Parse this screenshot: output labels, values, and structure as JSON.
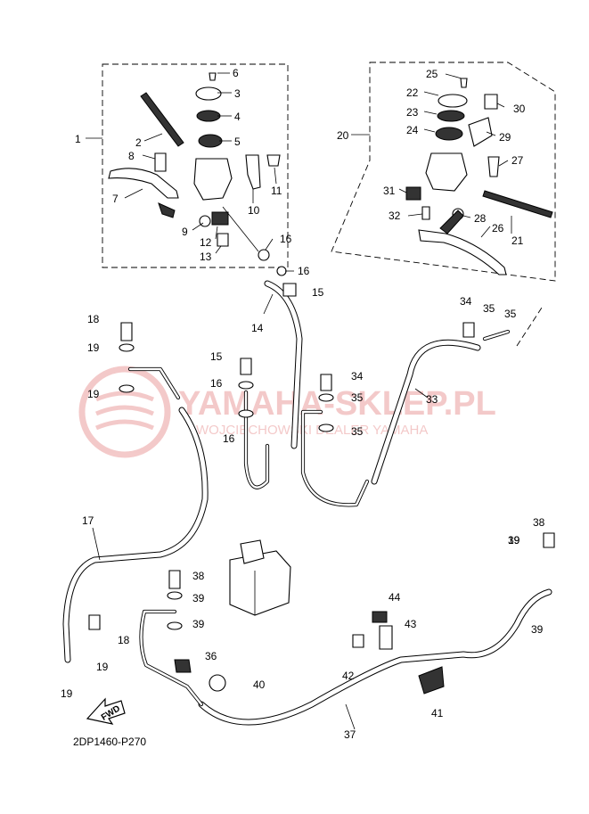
{
  "diagram": {
    "code": "2DP1460-P270",
    "direction_label": "FWD",
    "watermark": {
      "title": "YAMAHA-SKLEP.PL",
      "subtitle": "WOJCIECHOWSKI DEALER YAMAHA",
      "color": "#f0b8b8"
    },
    "callouts": {
      "c1": "1",
      "c2": "2",
      "c3": "3",
      "c4": "4",
      "c5": "5",
      "c6": "6",
      "c7": "7",
      "c8": "8",
      "c9": "9",
      "c10": "10",
      "c11": "11",
      "c12": "12",
      "c13": "13",
      "c14": "14",
      "c15a": "15",
      "c15b": "15",
      "c16a": "16",
      "c16b": "16",
      "c16c": "16",
      "c16d": "16",
      "c17": "17",
      "c18a": "18",
      "c18b": "18",
      "c19a": "19",
      "c19b": "19",
      "c19c": "19",
      "c19d": "19",
      "c19e": "19",
      "c20": "20",
      "c21": "21",
      "c22": "22",
      "c23": "23",
      "c24": "24",
      "c25": "25",
      "c26": "26",
      "c27": "27",
      "c28": "28",
      "c29": "29",
      "c30": "30",
      "c31": "31",
      "c32": "32",
      "c33": "33",
      "c34a": "34",
      "c34b": "34",
      "c35a": "35",
      "c35b": "35",
      "c35c": "35",
      "c35d": "35",
      "c36": "36",
      "c37": "37",
      "c38a": "38",
      "c38b": "38",
      "c39a": "39",
      "c39b": "39",
      "c39c": "39",
      "c39d": "39",
      "c40": "40",
      "c41": "41",
      "c42": "42",
      "c43": "43",
      "c44": "44"
    }
  }
}
